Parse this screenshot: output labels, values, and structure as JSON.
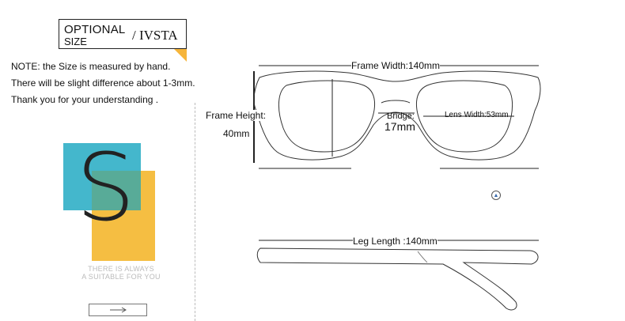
{
  "header": {
    "optional": "OPTIONAL",
    "size": "SIZE",
    "brand": "/ IVSTA"
  },
  "notes": [
    "NOTE:  the Size is measured by hand.",
    "There will be slight difference about 1-3mm.",
    "Thank you for your understanding ."
  ],
  "brand_graphic": {
    "letter": "S",
    "tagline_1": "THERE IS ALWAYS",
    "tagline_2": "A SUITABLE FOR YOU",
    "colors": {
      "blue": "#44b7cc",
      "yellow": "#f5be42"
    }
  },
  "next_button": {
    "icon": "right-arrow-icon",
    "glyph": "⟶"
  },
  "measurements": {
    "frame_width": "Frame Width:140mm",
    "frame_height": "Frame Height:",
    "frame_height_value": "40mm",
    "bridge": "Bridge:",
    "bridge_value": "17mm",
    "lens_width": "Lens Width:53mm",
    "leg_length": "Leg Length :140mm"
  },
  "scroll_top": {
    "icon": "arrow-up-circle-icon",
    "glyph": "▲"
  }
}
